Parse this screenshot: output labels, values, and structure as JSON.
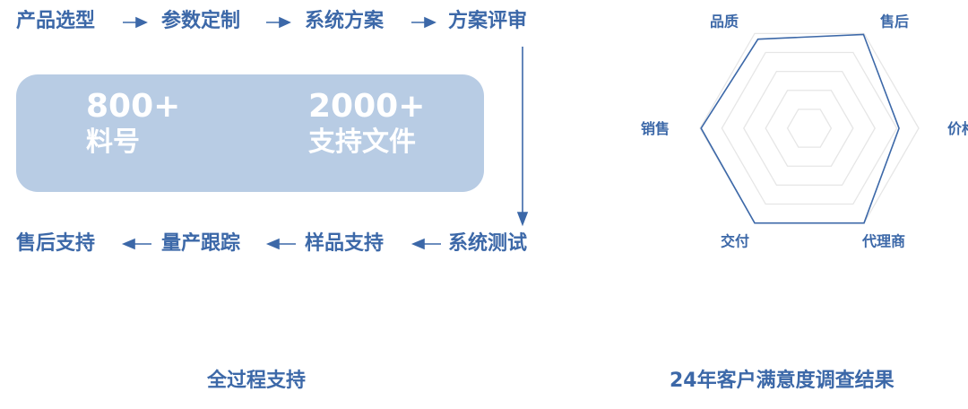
{
  "process": {
    "top_row": [
      "产品选型",
      "参数定制",
      "系统方案",
      "方案评审"
    ],
    "bottom_row": [
      "系统测试",
      "样品支持",
      "量产跟踪",
      "售后支持"
    ],
    "stats": [
      {
        "value": "800+",
        "label": "料号"
      },
      {
        "value": "2000+",
        "label": "支持文件"
      }
    ],
    "caption": "全过程支持"
  },
  "colors": {
    "accent": "#3c68a8",
    "box": "#b8cce4",
    "grid": "#e6e6e6"
  },
  "chart_data": {
    "type": "radar",
    "title": "24年客户满意度调查结果",
    "axes": [
      "价格",
      "售后",
      "品质",
      "销售",
      "交付",
      "代理商"
    ],
    "values": [
      82,
      99,
      94,
      99,
      100,
      100
    ],
    "range": [
      0,
      100
    ],
    "rings": 5
  }
}
